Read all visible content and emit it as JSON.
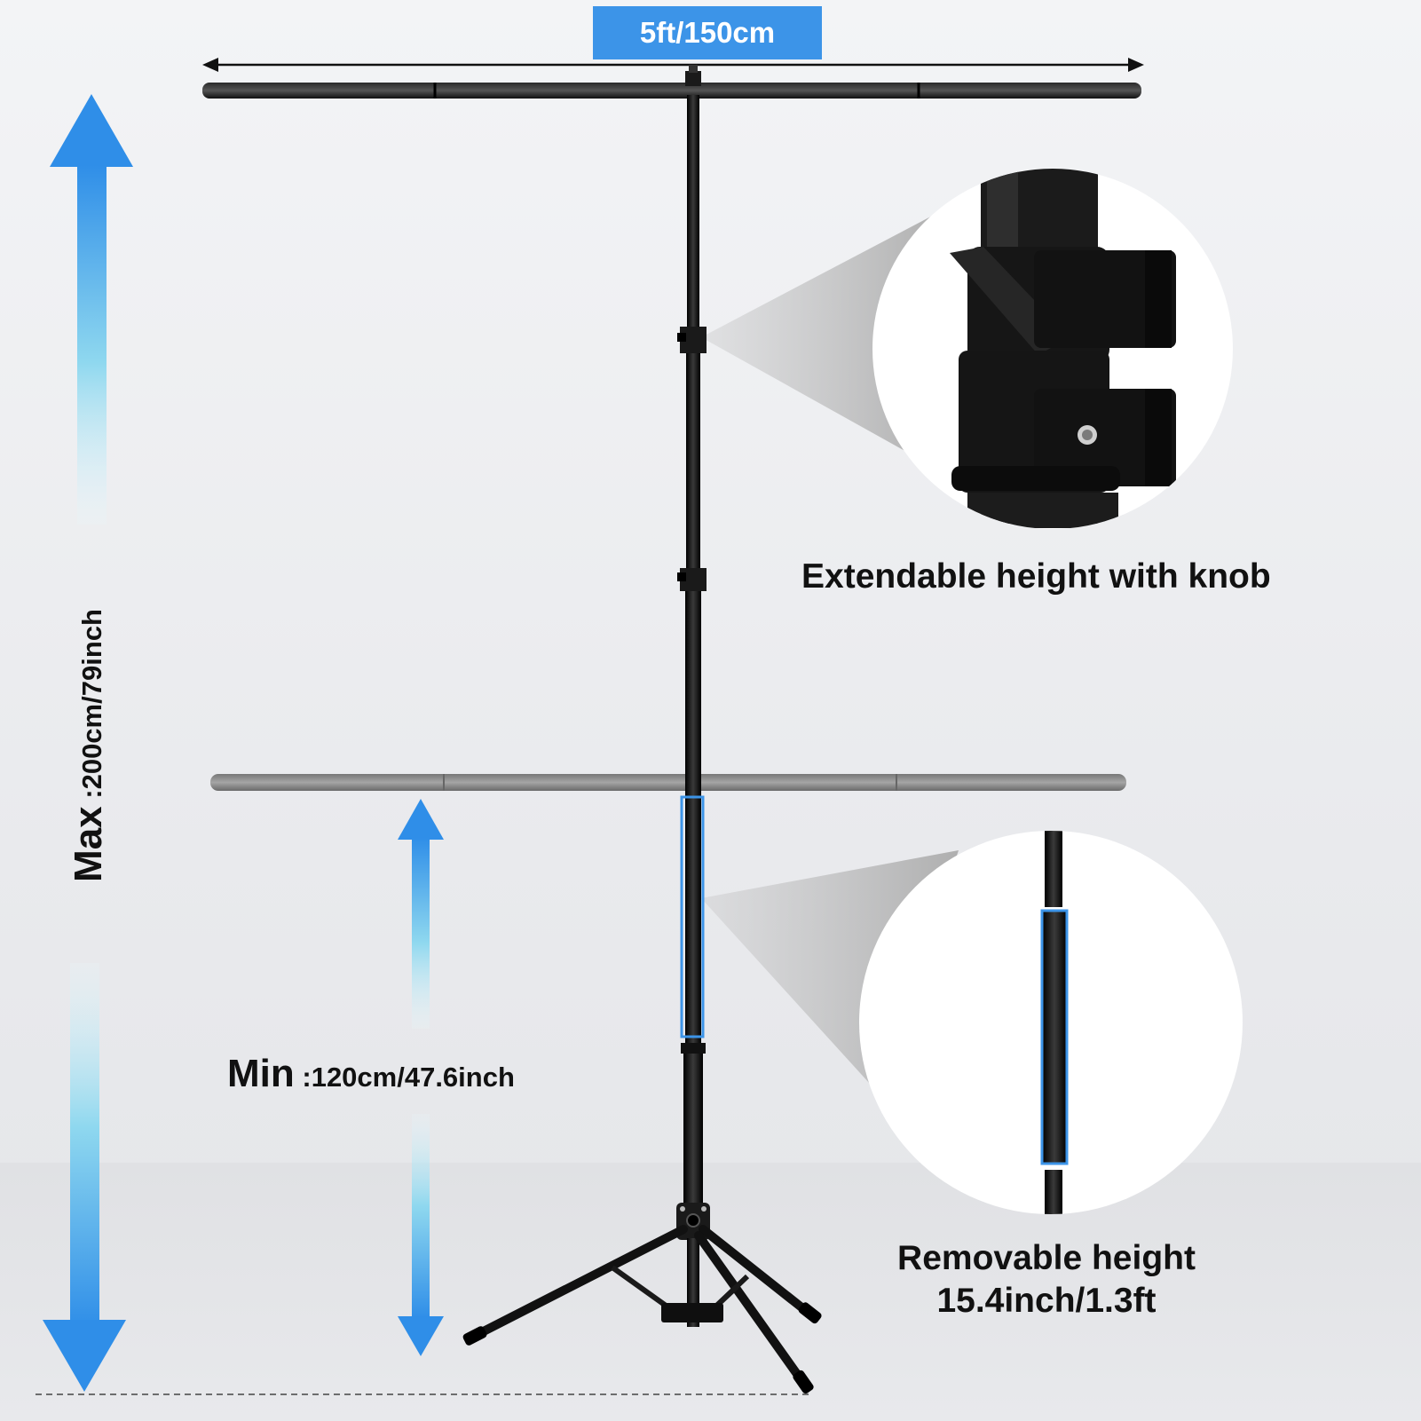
{
  "dimensions": {
    "width_label": "5ft/150cm",
    "max_label": "Max",
    "max_value": " :200cm/79inch",
    "min_label": "Min",
    "min_value": " :120cm/47.6inch"
  },
  "features": {
    "knob_caption": "Extendable height with knob",
    "removable_line1": "Removable height",
    "removable_line2": "15.4inch/1.3ft"
  },
  "colors": {
    "accent_blue": "#3c94e8",
    "arrow_light": "#a9e4f2",
    "stand_black": "#141414",
    "crossbar_grey": "#8a8a8a"
  }
}
